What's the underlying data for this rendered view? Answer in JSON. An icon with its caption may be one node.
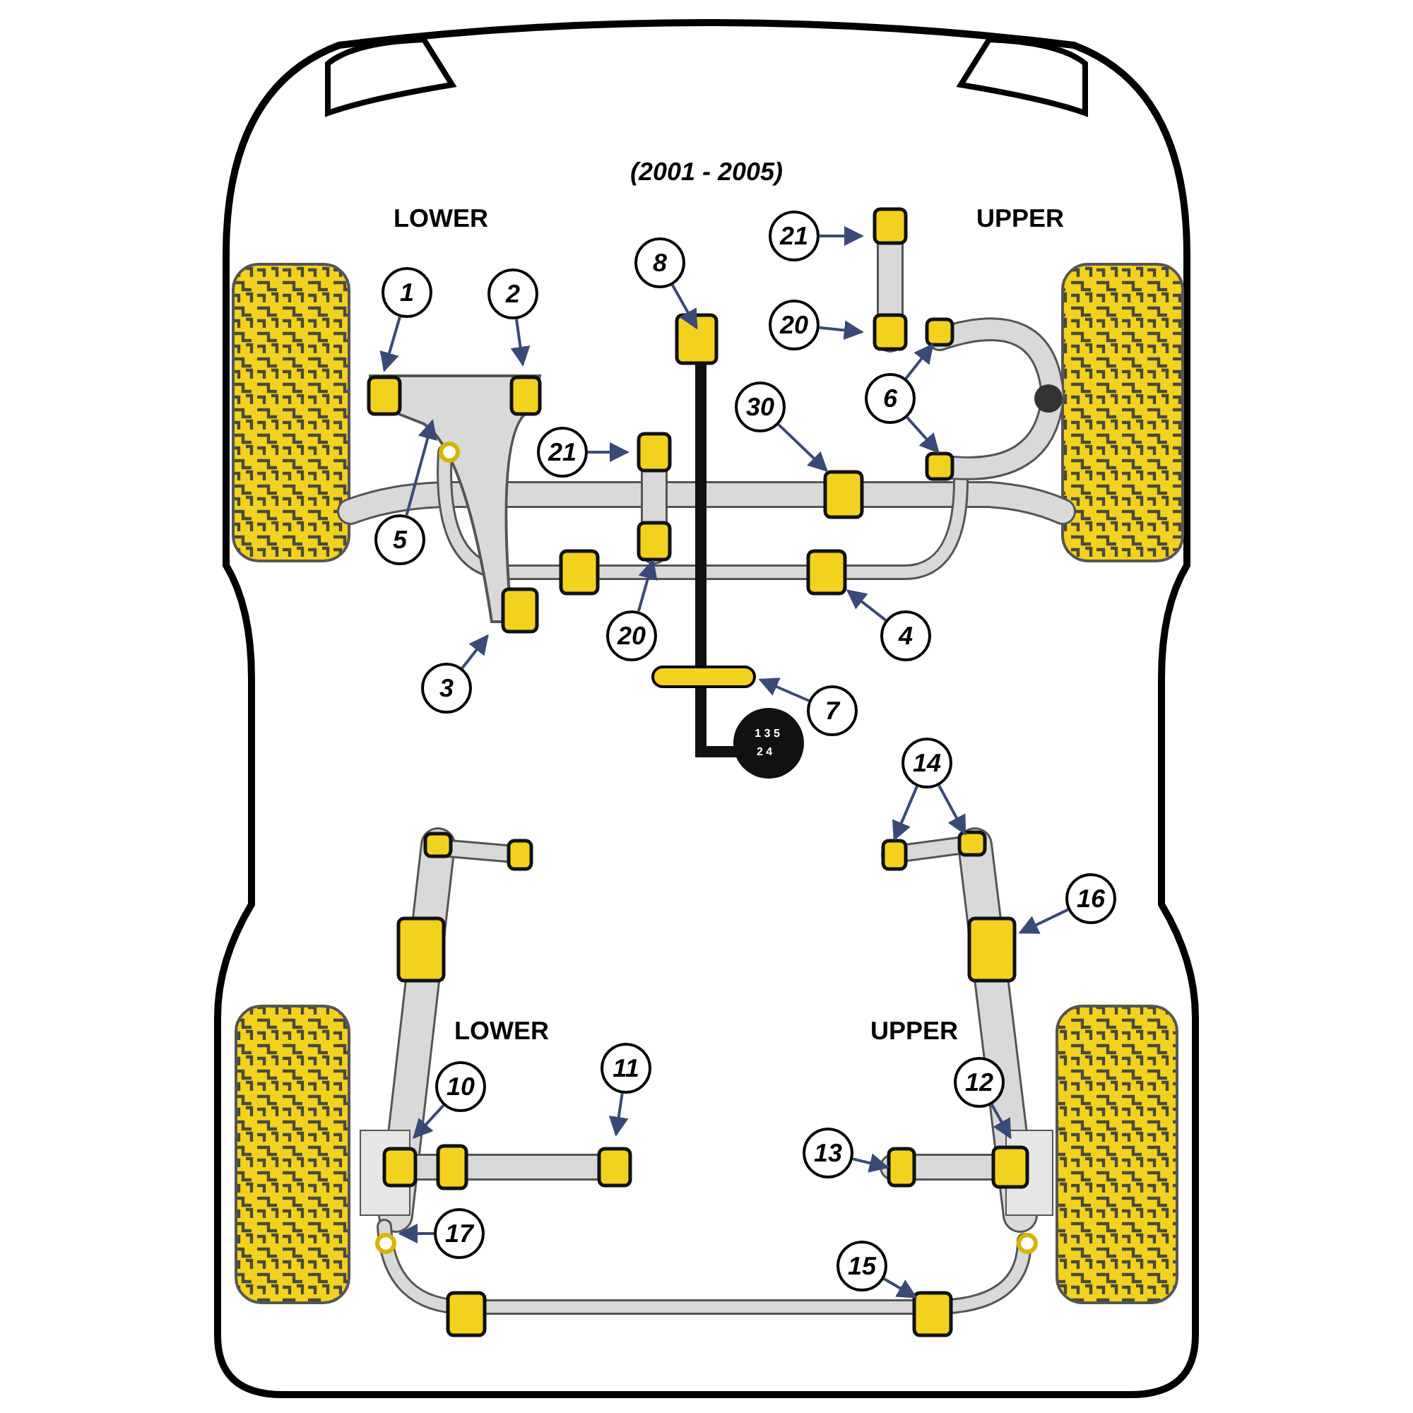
{
  "diagram": {
    "title": "(2001 - 2005)",
    "nodes": [
      {
        "text": [
          "1"
        ]
      },
      {
        "text": [
          "2"
        ]
      },
      {
        "text": [
          "5"
        ]
      },
      {
        "text": [
          "3"
        ]
      },
      {
        "text": [
          "21"
        ]
      },
      {
        "text": [
          "20"
        ]
      },
      {
        "text": [
          "8"
        ]
      },
      {
        "text": [
          "30"
        ]
      },
      {
        "text": [
          "4"
        ]
      },
      {
        "text": [
          "7"
        ]
      },
      {
        "text": [
          "21"
        ]
      },
      {
        "text": [
          "20"
        ]
      },
      {
        "text": [
          "6"
        ]
      },
      {
        "text": [
          "14"
        ]
      },
      {
        "text": [
          "16"
        ]
      },
      {
        "text": [
          "10"
        ]
      },
      {
        "text": [
          "11"
        ]
      },
      {
        "text": [
          "12"
        ]
      },
      {
        "text": [
          "13"
        ]
      },
      {
        "text": [
          "17"
        ]
      },
      {
        "text": [
          "15"
        ]
      }
    ],
    "edges": [
      {
        "from": 0,
        "to": null,
        "arrow": "to"
      },
      {
        "from": 1,
        "to": null,
        "arrow": "to"
      },
      {
        "from": 2,
        "to": null,
        "arrow": "to"
      },
      {
        "from": 3,
        "to": null,
        "arrow": "to"
      },
      {
        "from": 4,
        "to": null,
        "arrow": "to"
      },
      {
        "from": 5,
        "to": null,
        "arrow": "to"
      },
      {
        "from": 6,
        "to": null,
        "arrow": "to"
      },
      {
        "from": 7,
        "to": null,
        "arrow": "to"
      },
      {
        "from": 8,
        "to": null,
        "arrow": "to"
      },
      {
        "from": 9,
        "to": null,
        "arrow": "to"
      },
      {
        "from": 10,
        "to": null,
        "arrow": "to"
      },
      {
        "from": 11,
        "to": null,
        "arrow": "to"
      },
      {
        "from": 12,
        "to": null,
        "arrow": "to"
      },
      {
        "from": 12,
        "to": null,
        "arrow": "to"
      },
      {
        "from": 13,
        "to": null,
        "arrow": "to"
      },
      {
        "from": 13,
        "to": null,
        "arrow": "to"
      },
      {
        "from": 14,
        "to": null,
        "arrow": "to"
      },
      {
        "from": 15,
        "to": null,
        "arrow": "to"
      },
      {
        "from": 16,
        "to": null,
        "arrow": "to"
      },
      {
        "from": 17,
        "to": null,
        "arrow": "to"
      },
      {
        "from": 18,
        "to": null,
        "arrow": "to"
      },
      {
        "from": 19,
        "to": null,
        "arrow": "to"
      },
      {
        "from": 20,
        "to": null,
        "arrow": "to"
      }
    ],
    "labels": [
      "LOWER",
      "UPPER",
      "LOWER",
      "UPPER",
      "1 3 5",
      "2 4"
    ]
  }
}
